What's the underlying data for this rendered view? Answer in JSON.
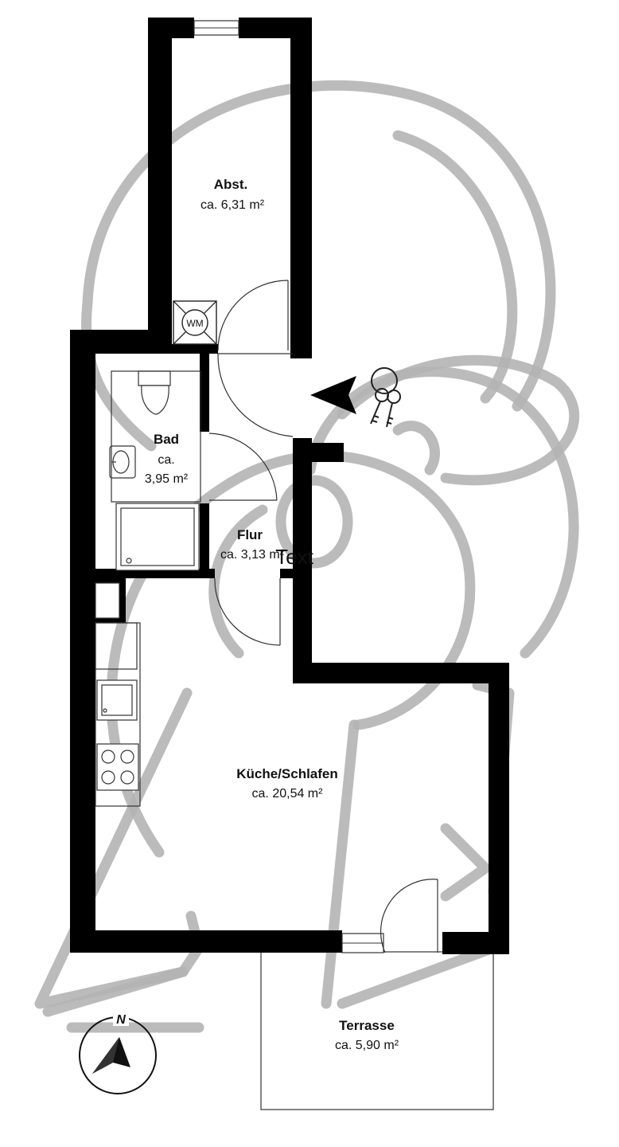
{
  "rooms": {
    "abst": {
      "name": "Abst.",
      "area": "ca. 6,31 m²"
    },
    "bad": {
      "name": "Bad",
      "area_line1": "ca.",
      "area_line2": "3,95 m²"
    },
    "flur": {
      "name": "Flur",
      "area": "ca. 3,13 m²"
    },
    "kueche": {
      "name": "Küche/Schlafen",
      "area": "ca. 20,54 m²"
    },
    "terrasse": {
      "name": "Terrasse",
      "area": "ca. 5,90 m²"
    }
  },
  "labels": {
    "washing_machine": "WM",
    "overlay_text": "Text",
    "north": "N"
  },
  "icons": {
    "entrance": "entrance-arrow-icon",
    "keys": "keys-icon",
    "north": "north-arrow-icon",
    "watermark": "watermark-logo"
  },
  "colors": {
    "walls": "#000000",
    "watermark": "#b4b4b4",
    "lines": "#333333"
  }
}
